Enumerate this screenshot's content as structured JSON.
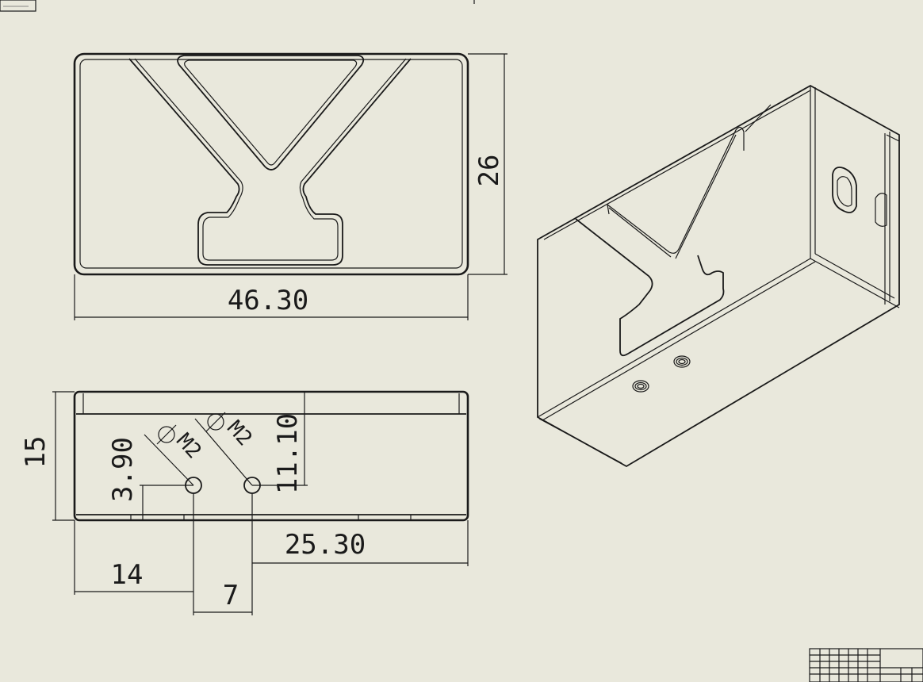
{
  "views": {
    "top": {
      "dim_width": "46.30",
      "dim_height": "26"
    },
    "front": {
      "dim_height": "15",
      "dim_hole_height": "3.90",
      "dim_hole_height2": "11.10",
      "dim_left_offset": "14",
      "dim_spacing": "7",
      "dim_right_offset": "25.30",
      "thread_callout_1": "M2",
      "thread_callout_2": "M2"
    }
  },
  "colors": {
    "background": "#e9e8dc",
    "line": "#1a1a1a"
  }
}
